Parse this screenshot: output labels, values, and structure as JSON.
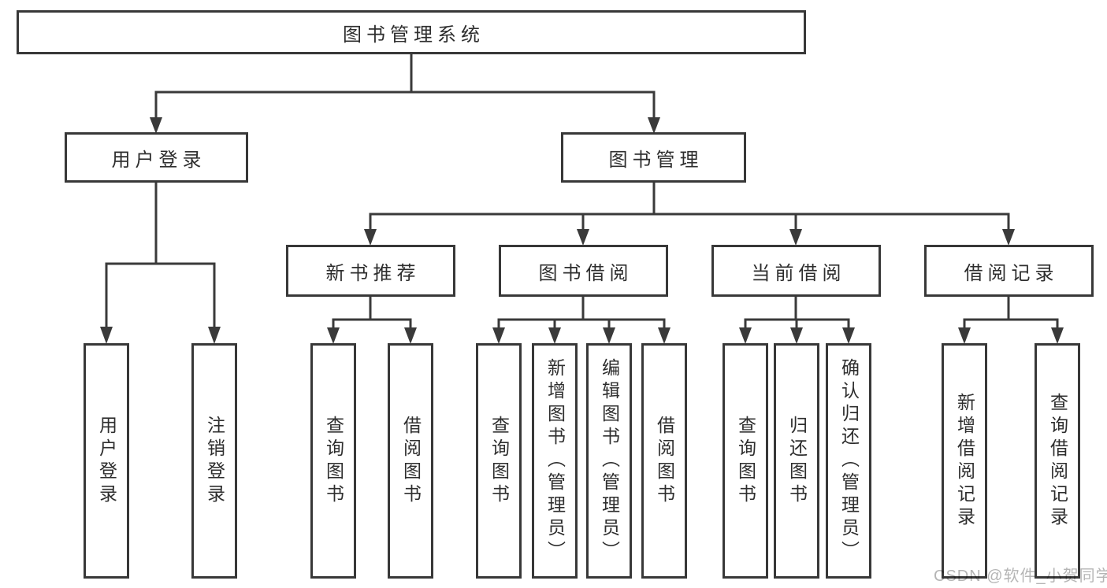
{
  "diagram": {
    "title": "图书管理系统",
    "colors": {
      "line": "#3a3a3a",
      "border": "#383838",
      "text": "#2e2e2e",
      "background": "#ffffff",
      "watermark_text": "#b5b5b5"
    },
    "level2": {
      "user_login": "用户登录",
      "book_management": "图书管理"
    },
    "level3": {
      "new_book_recommend": "新书推荐",
      "book_borrowing": "图书借阅",
      "current_borrowing": "当前借阅",
      "borrowing_records": "借阅记录"
    },
    "leaves": {
      "user_login": [
        "用户登录",
        "注销登录"
      ],
      "new_book_recommend": [
        "查询图书",
        "借阅图书"
      ],
      "book_borrowing": [
        "查询图书",
        "新增图书（管理员）",
        "编辑图书（管理员）",
        "借阅图书"
      ],
      "current_borrowing": [
        "查询图书",
        "归还图书",
        "确认归还（管理员）"
      ],
      "borrowing_records": [
        "新增借阅记录",
        "查询借阅记录"
      ]
    }
  },
  "watermark": "CSDN @软件_小贺同学"
}
